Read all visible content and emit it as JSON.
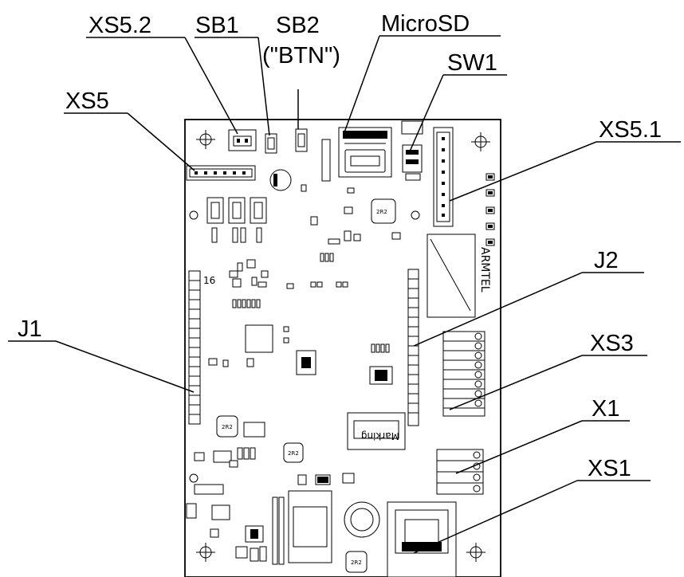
{
  "labels": {
    "xs5_2": "XS5.2",
    "sb1": "SB1",
    "sb2": "SB2",
    "sb2_btn": "(\"BTN\")",
    "microsd": "MicroSD",
    "sw1": "SW1",
    "xs5": "XS5",
    "xs5_1": "XS5.1",
    "j2": "J2",
    "j1": "J1",
    "xs3": "XS3",
    "x1": "X1",
    "xs1": "XS1"
  },
  "board": {
    "pin_marker": "16",
    "marking": "Marking",
    "brand": "ARMTEL"
  },
  "icons": [
    "mounting-hole-icon",
    "relay-icon"
  ]
}
